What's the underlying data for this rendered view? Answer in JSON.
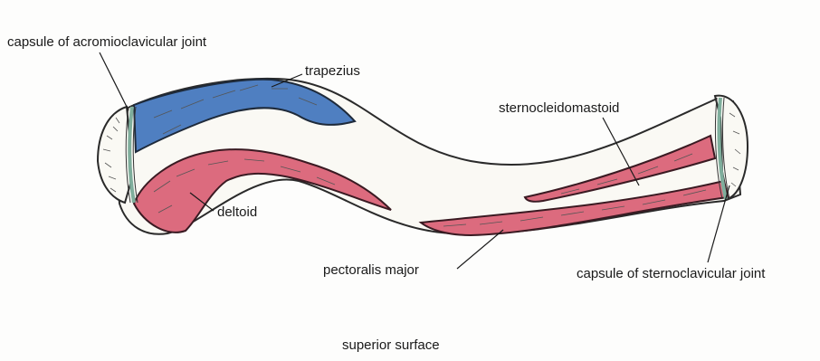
{
  "colors": {
    "trapezius": "#4f7fc1",
    "pink_muscle": "#dc6b7e",
    "capsule": "#7fae9c",
    "bone": "#faf9f4"
  },
  "labels": {
    "capsule_acromioclavicular": "capsule of acromioclavicular joint",
    "trapezius": "trapezius",
    "sternocleidomastoid": "sternocleidomastoid",
    "deltoid": "deltoid",
    "pectoralis_major": "pectoralis major",
    "capsule_sternoclavicular": "capsule of sternoclavicular joint",
    "surface": "superior surface"
  }
}
